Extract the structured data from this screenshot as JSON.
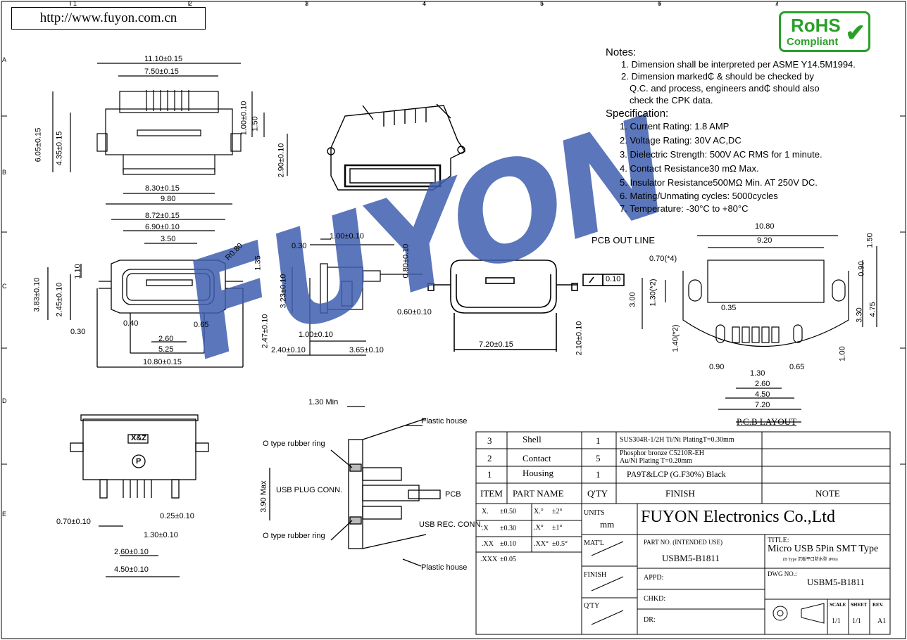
{
  "header": {
    "url": "http://www.fuyon.com.cn"
  },
  "rohs": {
    "line1": "RoHS",
    "line2": "Compliant"
  },
  "watermark": {
    "text": "FUYON"
  },
  "border": {
    "cols": [
      "1",
      "2",
      "3",
      "4",
      "5",
      "6",
      "7"
    ],
    "rows": [
      "A",
      "B",
      "C",
      "D",
      "E"
    ]
  },
  "notes": {
    "title": "Notes:",
    "items": [
      "1. Dimension shall be interpreted per ASME Y14.5M1994.",
      "2. Dimension marked₵ & should be checked by",
      "Q.C. and process, engineers and₵ should also",
      "check the CPK data."
    ]
  },
  "spec": {
    "title": "Specification:",
    "items": [
      "1. Current Rating: 1.8 AMP",
      "2. Voltage Rating: 30V AC,DC",
      "3. Dielectric Strength: 500V AC RMS for 1 minute.",
      "4. Contact Resistance30 mΩ Max.",
      "5. Insulator Resistance500MΩ Min. AT 250V DC.",
      "6. Mating/Unmating cycles: 5000cycles",
      "7. Temperature: -30°C to +80°C"
    ]
  },
  "dims": {
    "top": [
      "11.10±0.15",
      "7.50±0.15",
      "6.05±0.15",
      "4.35±0.15",
      "1.00±0.10",
      "1.50",
      "2.90±0.10",
      "8.30±0.15",
      "9.80"
    ],
    "front": [
      "8.72±0.15",
      "6.90±0.10",
      "3.50",
      "R0.80",
      "1.35",
      "1.10",
      "3.83±0.10",
      "2.45±0.10",
      "0.30",
      "0.40",
      "0.65",
      "2.60",
      "5.25",
      "10.80±0.15"
    ],
    "side": [
      "1.00±0.10",
      "0.30",
      "0.80±0.10",
      "3.23±0.10",
      "0.60±0.10",
      "2.47±0.10",
      "1.00±0.10",
      "2.40±0.10",
      "3.65±0.10",
      "7.20±0.15",
      "2.10±0.10",
      "0.10"
    ],
    "pcb": [
      "10.80",
      "9.20",
      "PCB OUT LINE",
      "0.70(*4)",
      "1.50",
      "0.90",
      "3.00",
      "1.30(*2)",
      "0.35",
      "3.30",
      "4.75",
      "1.40(*2)",
      "1.00",
      "0.90",
      "1.30",
      "0.65",
      "2.60",
      "4.50",
      "7.20"
    ],
    "pcb_title": "P.C.B LAYOUT",
    "bottom": [
      "X&Z",
      "P",
      "0.70±0.10",
      "0.25±0.10",
      "1.30±0.10",
      "2.60±0.10",
      "4.50±0.10"
    ],
    "section": [
      "1.30 Min",
      "3.90 Max"
    ]
  },
  "section_labels": {
    "plastic_house_top": "Plastic house",
    "rubber_ring_top": "O type rubber ring",
    "plug": "USB PLUG CONN.",
    "pcb": "PCB",
    "rec": "USB REC. CONN.",
    "rubber_ring_bottom": "O type rubber ring",
    "plastic_house_bottom": "Plastic house"
  },
  "bom": {
    "rows": [
      {
        "item": "3",
        "name": "Shell",
        "qty": "1",
        "finish": "SUS304R-1/2H  Ti/Ni  PlatingT=0.30mm",
        "note": ""
      },
      {
        "item": "2",
        "name": "Contact",
        "qty": "5",
        "finish": "Phosphor bronze C5210R-EH",
        "finish2": "Au/Ni  Plating  T=0.20mm",
        "note": ""
      },
      {
        "item": "1",
        "name": "Housing",
        "qty": "1",
        "finish": "PA9T&LCP (G.F30%) Black",
        "note": ""
      }
    ],
    "headers": {
      "item": "ITEM",
      "name": "PART  NAME",
      "qty": "Q'TY",
      "finish": "FINISH",
      "note": "NOTE"
    }
  },
  "title_block": {
    "tol": [
      [
        "X.",
        "±0.50",
        "X.°",
        "±2°"
      ],
      [
        ".X",
        "±0.30",
        ".X°",
        "±1°"
      ],
      [
        ".XX",
        "±0.10",
        ".XX°",
        "±0.5°"
      ],
      [
        ".XXX",
        "±0.05",
        "",
        ""
      ]
    ],
    "units_label": "UNITS",
    "units": "mm",
    "company": "FUYON Electronics Co.,Ltd",
    "matl": "MAT'L",
    "finish": "FINISH",
    "qty": "Q'TY",
    "part_label": "PART NO. (INTENDED USE)",
    "part_no": "USBM5-B1811",
    "title_label": "TITLE:",
    "title": "Micro USB 5Pin SMT Type",
    "title_sub": "(B Type 沉板平口防水型 IP66)",
    "appd": "APPD:",
    "chkd": "CHKD:",
    "dr": "DR:",
    "dwg_label": "DWG NO.:",
    "dwg_no": "USBM5-B1811",
    "scale_label": "SCALE",
    "scale": "1/1",
    "sheet_label": "SHEET",
    "sheet": "1/1",
    "rev_label": "REV.",
    "rev": "A1"
  },
  "colors": {
    "watermark": "#3f5fae",
    "rohs": "#2aa02a",
    "line": "#000000"
  }
}
